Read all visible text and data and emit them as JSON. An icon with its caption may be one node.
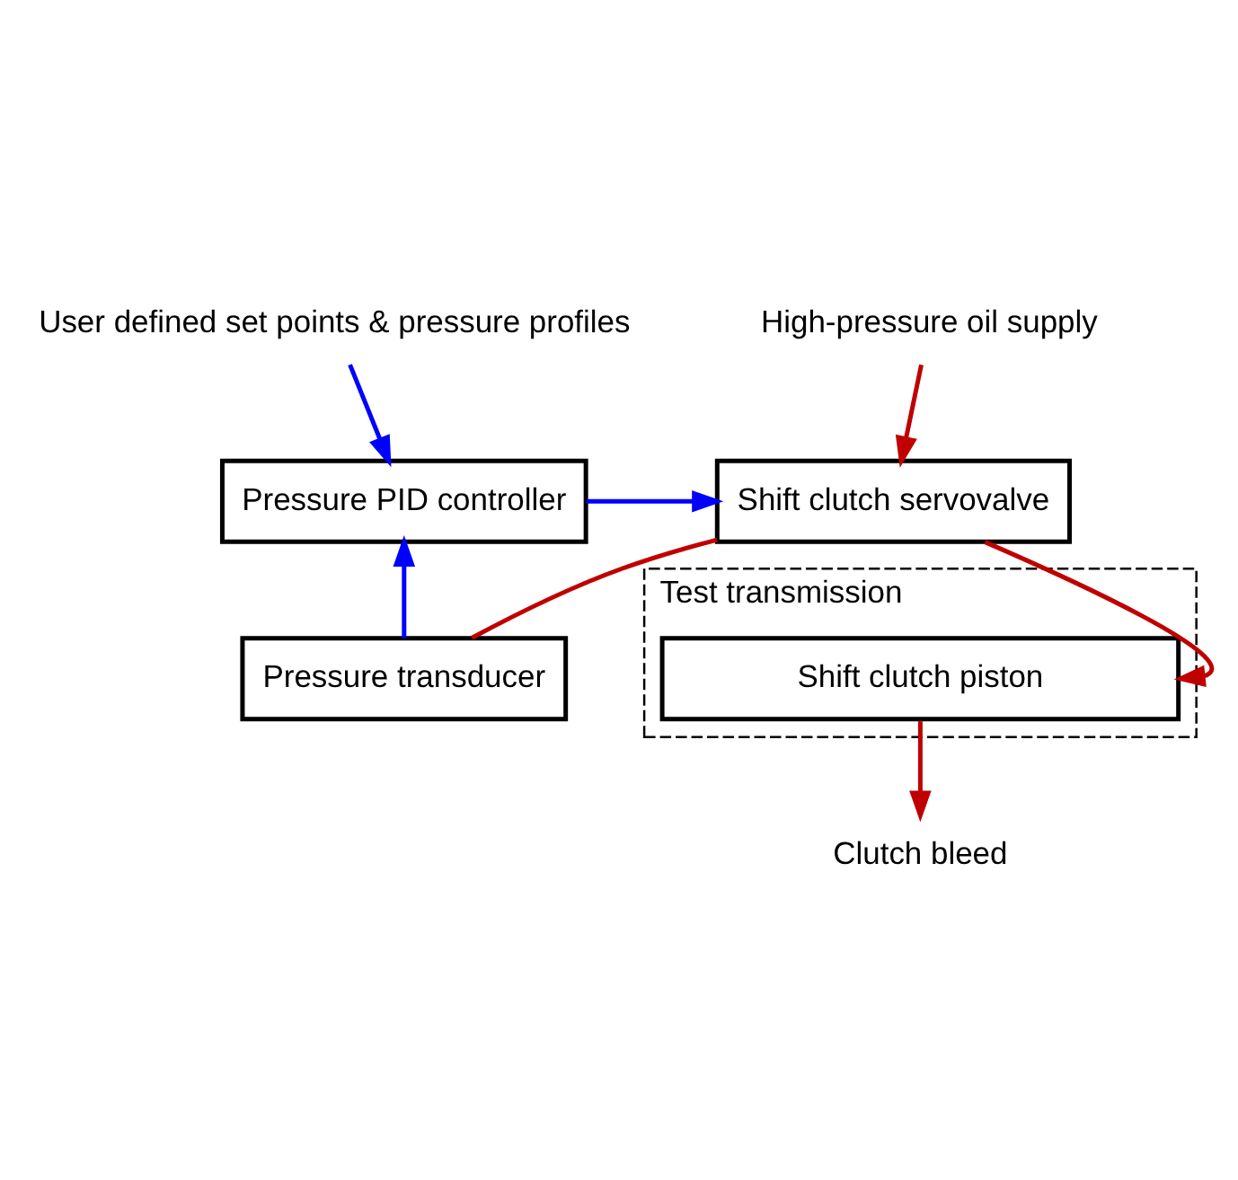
{
  "diagram": {
    "nodes": [
      {
        "text": [
          "Test transmission"
        ]
      },
      {
        "text": [
          "Shift clutch piston"
        ],
        "in": 0
      },
      {
        "text": [
          "Clutch bleed"
        ]
      },
      {
        "text": [
          "Pressure transducer"
        ]
      },
      {
        "text": [
          "Shift clutch servovalve"
        ]
      },
      {
        "text": [
          "Pressure PID controller"
        ]
      },
      {
        "text": [
          "High-pressure oil supply"
        ]
      },
      {
        "text": [
          "User defined set points & pressure profiles"
        ]
      }
    ],
    "edges": [
      {
        "from": 4,
        "to": 1,
        "arrow": "to"
      },
      {
        "from": 4,
        "to": 3,
        "arrow": "none"
      },
      {
        "from": 1,
        "to": 2,
        "arrow": "to"
      },
      {
        "from": 3,
        "to": 5,
        "arrow": "to",
        "color": "#0000ff"
      },
      {
        "from": 5,
        "to": 4,
        "arrow": "to",
        "color": "#0000ff"
      },
      {
        "from": 6,
        "to": 4,
        "arrow": "to"
      },
      {
        "from": 7,
        "to": 5,
        "arrow": "to",
        "color": "#0000ff"
      }
    ]
  }
}
